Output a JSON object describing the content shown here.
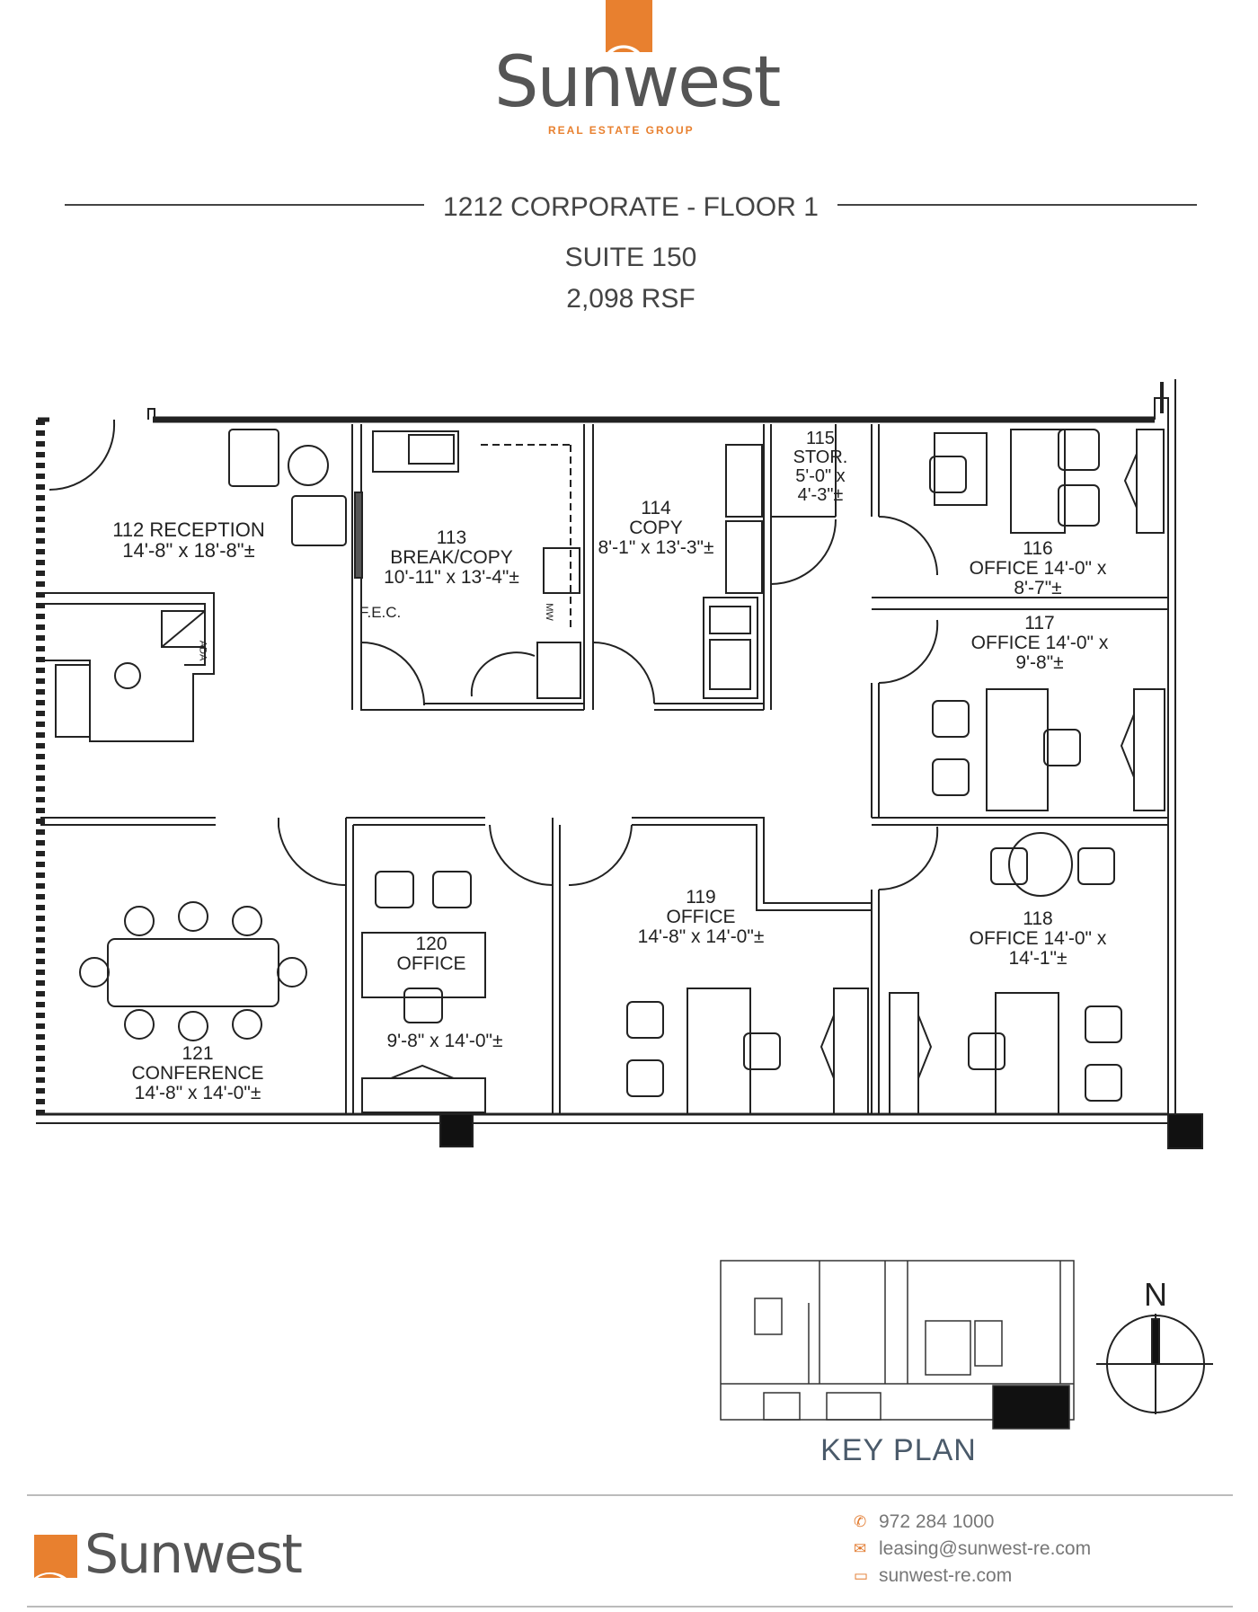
{
  "brand": {
    "name": "Sunwest",
    "tagline": "REAL ESTATE GROUP",
    "accent_color": "#e8802f"
  },
  "header": {
    "building": "1212 CORPORATE - FLOOR 1",
    "suite": "SUITE 150",
    "area": "2,098 RSF"
  },
  "rooms": {
    "r112": {
      "name": "112 RECEPTION",
      "dims": "14'-8\" x 18'-8\"±"
    },
    "r113": {
      "number": "113",
      "name": "BREAK/COPY",
      "dims": "10'-11\" x 13'-4\"±"
    },
    "r114": {
      "number": "114",
      "name": "COPY",
      "dims": "8'-1\" x 13'-3\"±"
    },
    "r115": {
      "number": "115",
      "name": "STOR.",
      "dims1": "5'-0\" x",
      "dims2": "4'-3\"±"
    },
    "r116": {
      "number": "116",
      "name": "OFFICE 14'-0\" x",
      "dims": "8'-7\"±"
    },
    "r117": {
      "number": "117",
      "name": "OFFICE 14'-0\" x",
      "dims": "9'-8\"±"
    },
    "r118": {
      "number": "118",
      "name": "OFFICE 14'-0\" x",
      "dims": "14'-1\"±"
    },
    "r119": {
      "number": "119",
      "name": "OFFICE",
      "dims": "14'-8\" x 14'-0\"±"
    },
    "r120": {
      "number": "120",
      "name": "OFFICE",
      "dims": "9'-8\" x 14'-0\"±"
    },
    "r121": {
      "number": "121",
      "name": "CONFERENCE",
      "dims": "14'-8\" x 14'-0\"±"
    }
  },
  "annotations": {
    "fec": "F.E.C.",
    "mw": "MW",
    "ada": "ADA"
  },
  "key_plan": {
    "label": "KEY PLAN",
    "north": "N"
  },
  "footer": {
    "brand": "Sunwest",
    "phone": "972 284 1000",
    "email": "leasing@sunwest-re.com",
    "website": "sunwest-re.com",
    "phone_icon": "phone-icon",
    "email_icon": "envelope-icon",
    "web_icon": "monitor-icon"
  }
}
